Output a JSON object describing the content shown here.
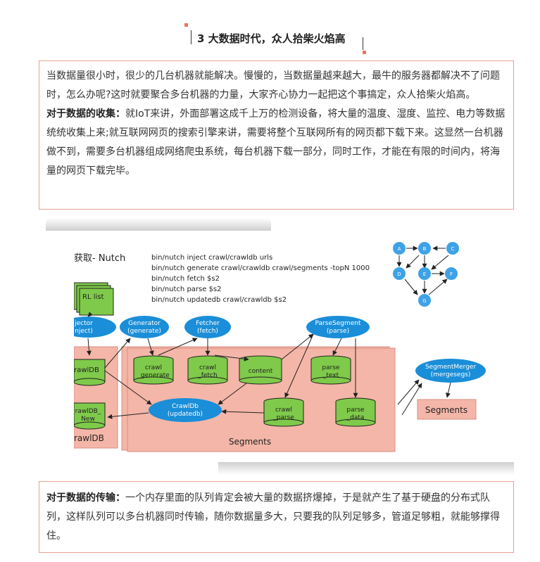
{
  "section": {
    "title": "3 大数据时代，众人拾柴火焰高"
  },
  "intro": {
    "para1": "当数据量很小时，很少的几台机器就能解决。慢慢的，当数据量越来越大，最牛的服务器都解决不了问题时，怎么办呢?这时就要聚合多台机器的力量，大家齐心协力一起把这个事搞定，众人拾柴火焰高。",
    "para2_lead": "对于数据的收集：",
    "para2_body": "就IoT来讲，外面部署这成千上万的检测设备，将大量的温度、湿度、监控、电力等数据统统收集上来;就互联网网页的搜索引擎来讲，需要将整个互联网所有的网页都下载下来。这显然一台机器做不到，需要多台机器组成网络爬虫系统，每台机器下载一部分，同时工作，才能在有限的时间内，将海量的网页下载完毕。"
  },
  "diagram": {
    "title": "获取- Nutch",
    "commands": [
      "bin/nutch inject crawl/crawldb urls",
      "bin/nutch generate crawl/crawldb crawl/segments -topN 1000",
      "bin/nutch fetch $s2",
      "bin/nutch parse $s2",
      "bin/nutch updatedb crawl/crawldb $s2"
    ],
    "url_list": "RL list",
    "injector": [
      "jector",
      "nject)"
    ],
    "generator": [
      "Generator",
      "(generate)"
    ],
    "fetcher": [
      "Fetcher",
      "(fetch)"
    ],
    "parse_segment": [
      "ParseSegment",
      "(parse)"
    ],
    "segment_merger": [
      "SegmentMerger",
      "(mergesegs)"
    ],
    "crawldb_update": [
      "CrawlDb",
      "(updatedb)"
    ],
    "crawldb": "rawlDB",
    "crawldb_new": [
      "rawlDB_",
      "New"
    ],
    "crawldb_label": "rawlDB",
    "crawl_generate": [
      "crawl",
      "_generate"
    ],
    "crawl_fetch": [
      "crawl",
      "_fetch"
    ],
    "content": "content",
    "parse_text": [
      "parse",
      "_text"
    ],
    "crawl_parse": [
      "crawl",
      "_parse"
    ],
    "parse_data": [
      "parse",
      "_data"
    ],
    "segments_label": "Segments",
    "segments_box": "Segments",
    "graph_nodes": [
      "A",
      "B",
      "C",
      "D",
      "E",
      "F",
      "G"
    ]
  },
  "transfer": {
    "lead": "对于数据的传输：",
    "body": "一个内存里面的队列肯定会被大量的数据挤爆掉，于是就产生了基于硬盘的分布式队列，这样队列可以多台机器同时传输，随你数据量多大，只要我的队列足够多，管道足够粗，就能够撑得住。"
  },
  "colors": {
    "accent": "#e8795a",
    "box_border": "#e8a090",
    "pink": "#f4b6a8",
    "green": "#7fca4a",
    "blue": "#1a8ed8"
  }
}
